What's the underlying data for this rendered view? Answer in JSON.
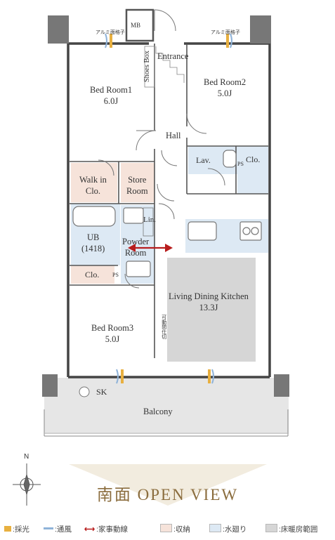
{
  "rooms": {
    "mb": "MB",
    "entrance": "Entrance",
    "shoes_box": "Shoes Box",
    "bedroom1": {
      "name": "Bed Room1",
      "size": "6.0J"
    },
    "bedroom2": {
      "name": "Bed Room2",
      "size": "5.0J"
    },
    "hall": "Hall",
    "lav": "Lav.",
    "clo_lav": "Clo.",
    "ps_lav": "PS",
    "walk_in": {
      "line1": "Walk in",
      "line2": "Clo."
    },
    "store": {
      "line1": "Store",
      "line2": "Room"
    },
    "lin": "Lin.",
    "ub": {
      "line1": "UB",
      "line2": "(1418)"
    },
    "powder": {
      "line1": "Powder",
      "line2": "Room"
    },
    "clo_hall": "Clo.",
    "ps_hall": "PS",
    "ldk": {
      "name": "Living Dining Kitchen",
      "size": "13.3J"
    },
    "partition_note": "可動間仕切",
    "bedroom3": {
      "name": "Bed Room3",
      "size": "5.0J"
    },
    "sk": "SK",
    "balcony": "Balcony",
    "window_grille_left": "アルミ面格子",
    "window_grille_right": "アルミ面格子"
  },
  "compass": {
    "north": "N"
  },
  "view_label": "南面 OPEN VIEW",
  "legend": [
    {
      "key": "light",
      "label": ":採光",
      "color": "#e8b040"
    },
    {
      "key": "wind",
      "label": ":通風",
      "color": "#8fb3d9"
    },
    {
      "key": "chores",
      "label": ":家事動線",
      "color": "#b81d1d"
    },
    {
      "key": "storage",
      "label": ":収納",
      "color": "#f6e3da"
    },
    {
      "key": "water",
      "label": ":水廻り",
      "color": "#dde9f4"
    },
    {
      "key": "floor_heating",
      "label": ":床暖房範囲",
      "color": "#d6d6d6"
    }
  ]
}
